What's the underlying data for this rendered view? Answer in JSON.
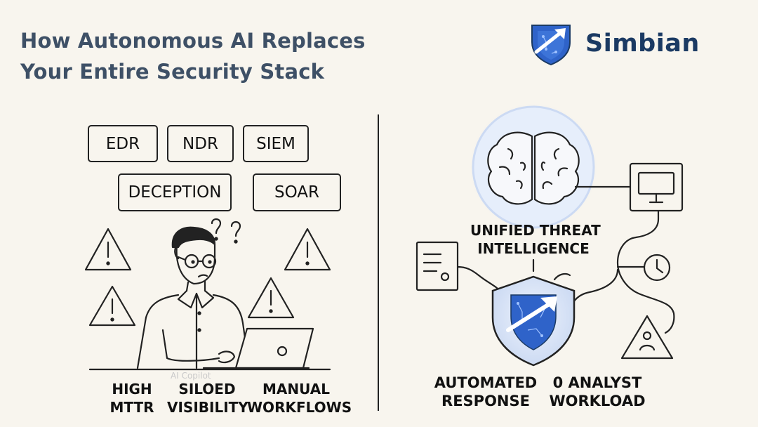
{
  "header": {
    "title_line1": "How Autonomous AI Replaces",
    "title_line2": "Your Entire Security Stack",
    "brand_name": "Simbian"
  },
  "left_panel": {
    "tools": [
      "EDR",
      "NDR",
      "SIEM",
      "DECEPTION",
      "SOAR"
    ],
    "problems": [
      {
        "line1": "HIGH",
        "line2": "MTTR"
      },
      {
        "line1": "SILOED",
        "line2": "VISIBILITY"
      },
      {
        "line1": "MANUAL",
        "line2": "WORKFLOWS"
      }
    ],
    "laptop_watermark": "AI Copilot",
    "question_marks": "? ?"
  },
  "right_panel": {
    "brain_label_line1": "UNIFIED THREAT",
    "brain_label_line2": "INTELLIGENCE",
    "outcomes": [
      {
        "line1": "AUTOMATED",
        "line2": "RESPONSE"
      },
      {
        "line1": "0 ANALYST",
        "line2": "WORKLOAD"
      }
    ]
  },
  "colors": {
    "background": "#f8f5ee",
    "title": "#3e5066",
    "brand": "#1b3a63",
    "shield_blue": "#2f63c9",
    "line": "#222222"
  },
  "icons": [
    "simbian-logo-icon",
    "warning-icon",
    "person-illustration",
    "laptop-icon",
    "brain-icon",
    "monitor-icon",
    "clock-icon",
    "document-icon",
    "shield-icon"
  ]
}
